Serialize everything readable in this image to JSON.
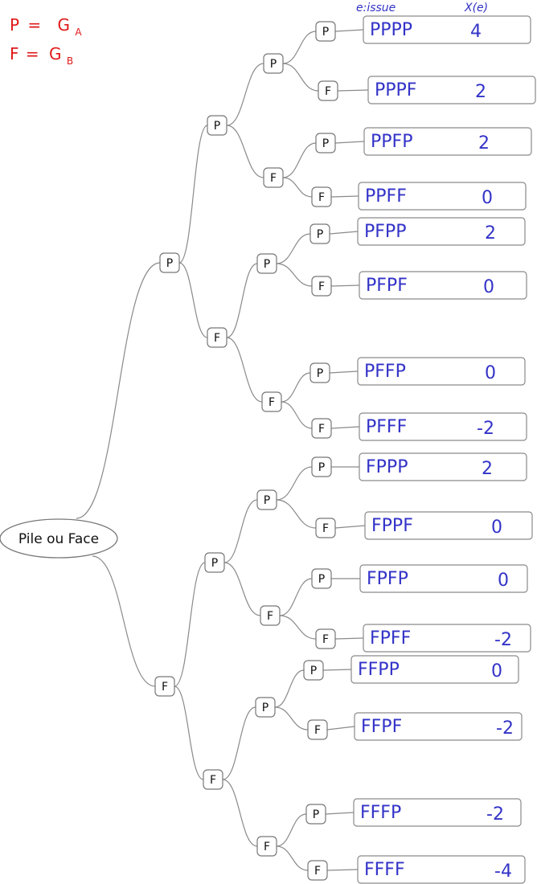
{
  "legend": {
    "line1_left": "P",
    "line1_eq": "=",
    "line1_right": "G",
    "line1_sub": "A",
    "line2_left": "F",
    "line2_eq": "=",
    "line2_right": "G",
    "line2_sub": "B"
  },
  "headers": {
    "issue": "e:issue",
    "value": "X(e)"
  },
  "root_label": "Pile ou Face",
  "outcomes": [
    {
      "issue": "PPPP",
      "x": "4"
    },
    {
      "issue": "PPPF",
      "x": "2"
    },
    {
      "issue": "PPFP",
      "x": "2"
    },
    {
      "issue": "PPFF",
      "x": "0"
    },
    {
      "issue": "PFPP",
      "x": "2"
    },
    {
      "issue": "PFPF",
      "x": "0"
    },
    {
      "issue": "PFFP",
      "x": "0"
    },
    {
      "issue": "PFFF",
      "x": "-2"
    },
    {
      "issue": "FPPP",
      "x": "2"
    },
    {
      "issue": "FPPF",
      "x": "0"
    },
    {
      "issue": "FPFP",
      "x": "0"
    },
    {
      "issue": "FPFF",
      "x": "-2"
    },
    {
      "issue": "FFPP",
      "x": "0"
    },
    {
      "issue": "FFPF",
      "x": "-2"
    },
    {
      "issue": "FFFP",
      "x": "-2"
    },
    {
      "issue": "FFFF",
      "x": "-4"
    }
  ]
}
